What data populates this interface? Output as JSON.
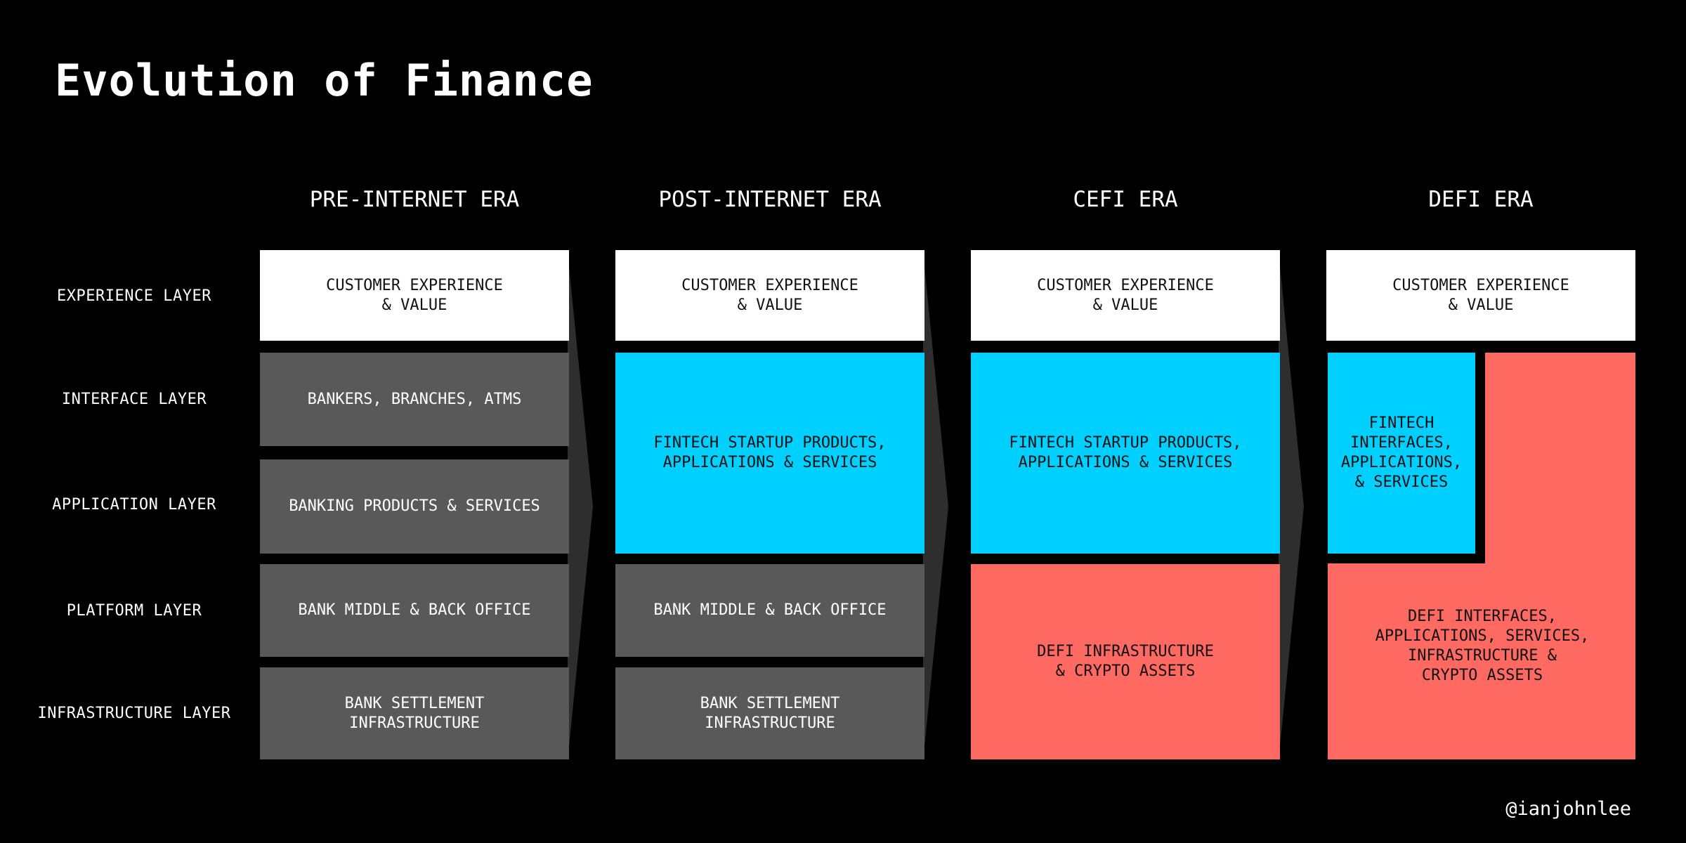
{
  "title": "Evolution of Finance",
  "handle": "@ianjohnlee",
  "layers": {
    "experience": "EXPERIENCE LAYER",
    "interface": "INTERFACE LAYER",
    "application": "APPLICATION LAYER",
    "platform": "PLATFORM LAYER",
    "infrastructure": "INFRASTRUCTURE LAYER"
  },
  "eras": {
    "pre": {
      "title": "PRE-INTERNET ERA",
      "experience": "CUSTOMER EXPERIENCE\n& VALUE",
      "interface": "BANKERS, BRANCHES, ATMS",
      "application": "BANKING PRODUCTS & SERVICES",
      "platform": "BANK MIDDLE & BACK OFFICE",
      "infrastructure": "BANK SETTLEMENT\nINFRASTRUCTURE"
    },
    "post": {
      "title": "POST-INTERNET ERA",
      "experience": "CUSTOMER EXPERIENCE\n& VALUE",
      "interface_application": "FINTECH STARTUP PRODUCTS,\nAPPLICATIONS & SERVICES",
      "platform": "BANK MIDDLE & BACK OFFICE",
      "infrastructure": "BANK SETTLEMENT\nINFRASTRUCTURE"
    },
    "cefi": {
      "title": "CEFI ERA",
      "experience": "CUSTOMER EXPERIENCE\n& VALUE",
      "interface_application": "FINTECH STARTUP PRODUCTS,\nAPPLICATIONS & SERVICES",
      "platform_infrastructure": "DEFI INFRASTRUCTURE\n& CRYPTO ASSETS"
    },
    "defi": {
      "title": "DEFI ERA",
      "experience": "CUSTOMER EXPERIENCE\n& VALUE",
      "fintech": "FINTECH\nINTERFACES,\nAPPLICATIONS,\n& SERVICES",
      "defi_stack": "DEFI INTERFACES,\nAPPLICATIONS, SERVICES,\nINFRASTRUCTURE &\nCRYPTO ASSETS"
    }
  },
  "colors": {
    "background": "#000000",
    "experience_box": "#ffffff",
    "legacy_box": "#595959",
    "fintech_box": "#00d0ff",
    "defi_box": "#fe6961",
    "arrow": "#2e2e2e"
  }
}
